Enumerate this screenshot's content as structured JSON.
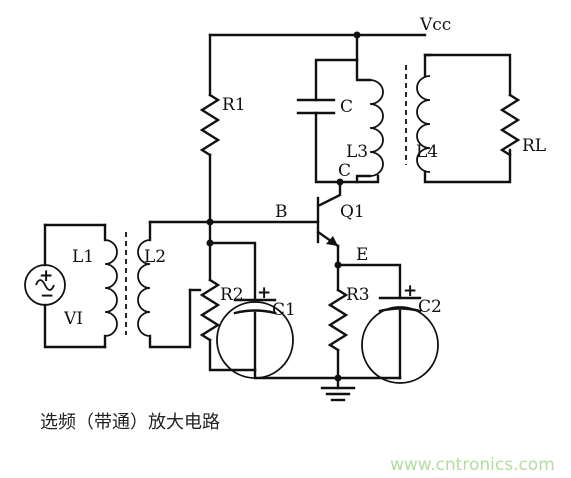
{
  "labels": {
    "vcc": "Vcc",
    "r1": "R1",
    "c_tank": "C",
    "l3": "L3",
    "l4": "L4",
    "rl": "RL",
    "c_node": "C",
    "b": "B",
    "q1": "Q1",
    "e": "E",
    "l1": "L1",
    "l2": "L2",
    "vi": "VI",
    "r2": "R2",
    "c1": "C1",
    "r3": "R3",
    "c2": "C2"
  },
  "caption": "选频（带通）放大电路",
  "watermark": "www.cntronics.com"
}
